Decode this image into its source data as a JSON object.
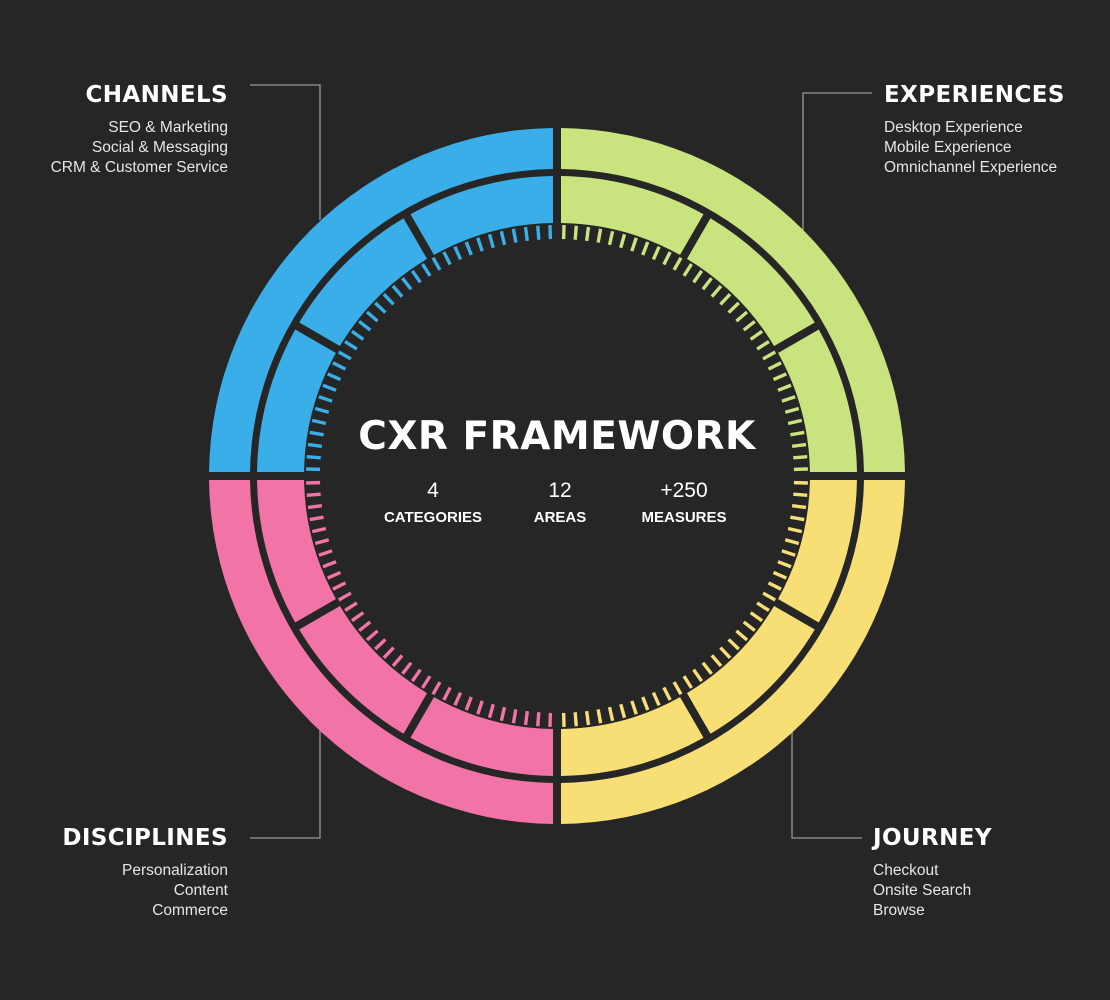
{
  "title": "CXR FRAMEWORK",
  "stats": [
    {
      "value": "4",
      "label": "CATEGORIES"
    },
    {
      "value": "12",
      "label": "AREAS"
    },
    {
      "value": "+250",
      "label": "MEASURES"
    }
  ],
  "categories": {
    "channels": {
      "title": "CHANNELS",
      "color": "#3aaee8",
      "items": [
        "SEO & Marketing",
        "Social & Messaging",
        "CRM & Customer Service"
      ]
    },
    "experiences": {
      "title": "EXPERIENCES",
      "color": "#c9e37f",
      "items": [
        "Desktop Experience",
        "Mobile Experience",
        "Omnichannel Experience"
      ]
    },
    "journey": {
      "title": "JOURNEY",
      "color": "#f7df76",
      "items": [
        "Checkout",
        "Onsite Search",
        "Browse"
      ]
    },
    "disciplines": {
      "title": "DISCIPLINES",
      "color": "#f273a5",
      "items": [
        "Personalization",
        "Content",
        "Commerce"
      ]
    }
  },
  "colors": {
    "background": "#262626",
    "line": "#9a9a9a"
  }
}
